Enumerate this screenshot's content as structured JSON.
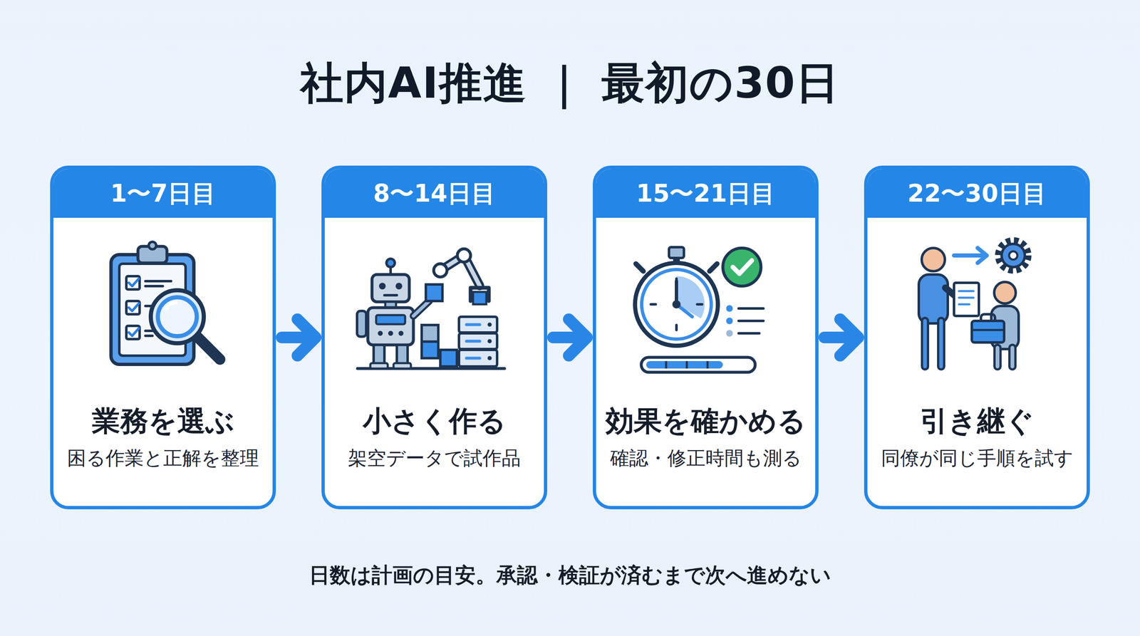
{
  "diagram": {
    "title": "社内AI推進 ｜ 最初の30日",
    "caption": "日数は計画の目安。承認・検証が済むまで次へ進めない",
    "nodes": [
      {
        "text": [
          "1〜7日目",
          "業務を選ぶ",
          "困る作業と正解を整理"
        ]
      },
      {
        "text": [
          "8〜14日目",
          "小さく作る",
          "架空データで試作品"
        ]
      },
      {
        "text": [
          "15〜21日目",
          "効果を確かめる",
          "確認・修正時間も測る"
        ]
      },
      {
        "text": [
          "22〜30日目",
          "引き継ぐ",
          "同僚が同じ手順を試す"
        ]
      }
    ],
    "edges": [
      {
        "from": 0,
        "to": 1,
        "arrow": "to"
      },
      {
        "from": 1,
        "to": 2,
        "arrow": "to"
      },
      {
        "from": 2,
        "to": 3,
        "arrow": "to"
      }
    ]
  }
}
